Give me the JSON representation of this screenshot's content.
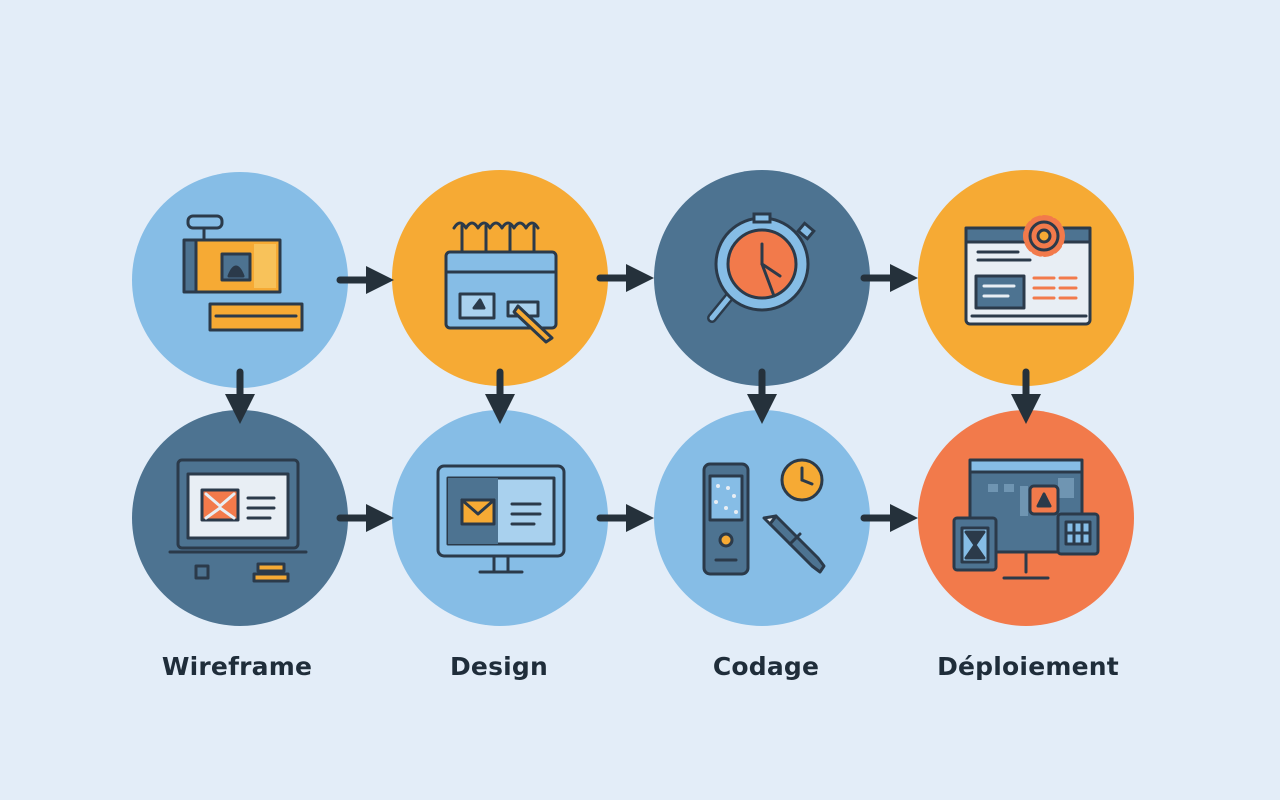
{
  "stages": [
    {
      "label": "Wireframe"
    },
    {
      "label": "Design"
    },
    {
      "label": "Codage"
    },
    {
      "label": "Déploiement"
    }
  ],
  "colors": {
    "background": "#e3edf8",
    "light_blue": "#86bde6",
    "orange": "#f6aa34",
    "slate": "#4d7391",
    "coral": "#f27a4b",
    "ink": "#2b3a4a",
    "arrow": "#25313b"
  },
  "nodes": [
    {
      "id": "wireframe-top",
      "fill": "light_blue",
      "icon": "wireframe-sketch-icon"
    },
    {
      "id": "design-top",
      "fill": "orange",
      "icon": "design-window-icon"
    },
    {
      "id": "codage-top",
      "fill": "slate",
      "icon": "magnifier-clock-icon"
    },
    {
      "id": "deploiement-top",
      "fill": "orange",
      "icon": "browser-gear-icon"
    },
    {
      "id": "wireframe-bottom",
      "fill": "slate",
      "icon": "laptop-layout-icon"
    },
    {
      "id": "design-bottom",
      "fill": "light_blue",
      "icon": "monitor-layout-icon"
    },
    {
      "id": "codage-bottom",
      "fill": "light_blue",
      "icon": "phone-clock-pen-icon"
    },
    {
      "id": "deploiement-bottom",
      "fill": "coral",
      "icon": "multi-device-icon"
    }
  ]
}
